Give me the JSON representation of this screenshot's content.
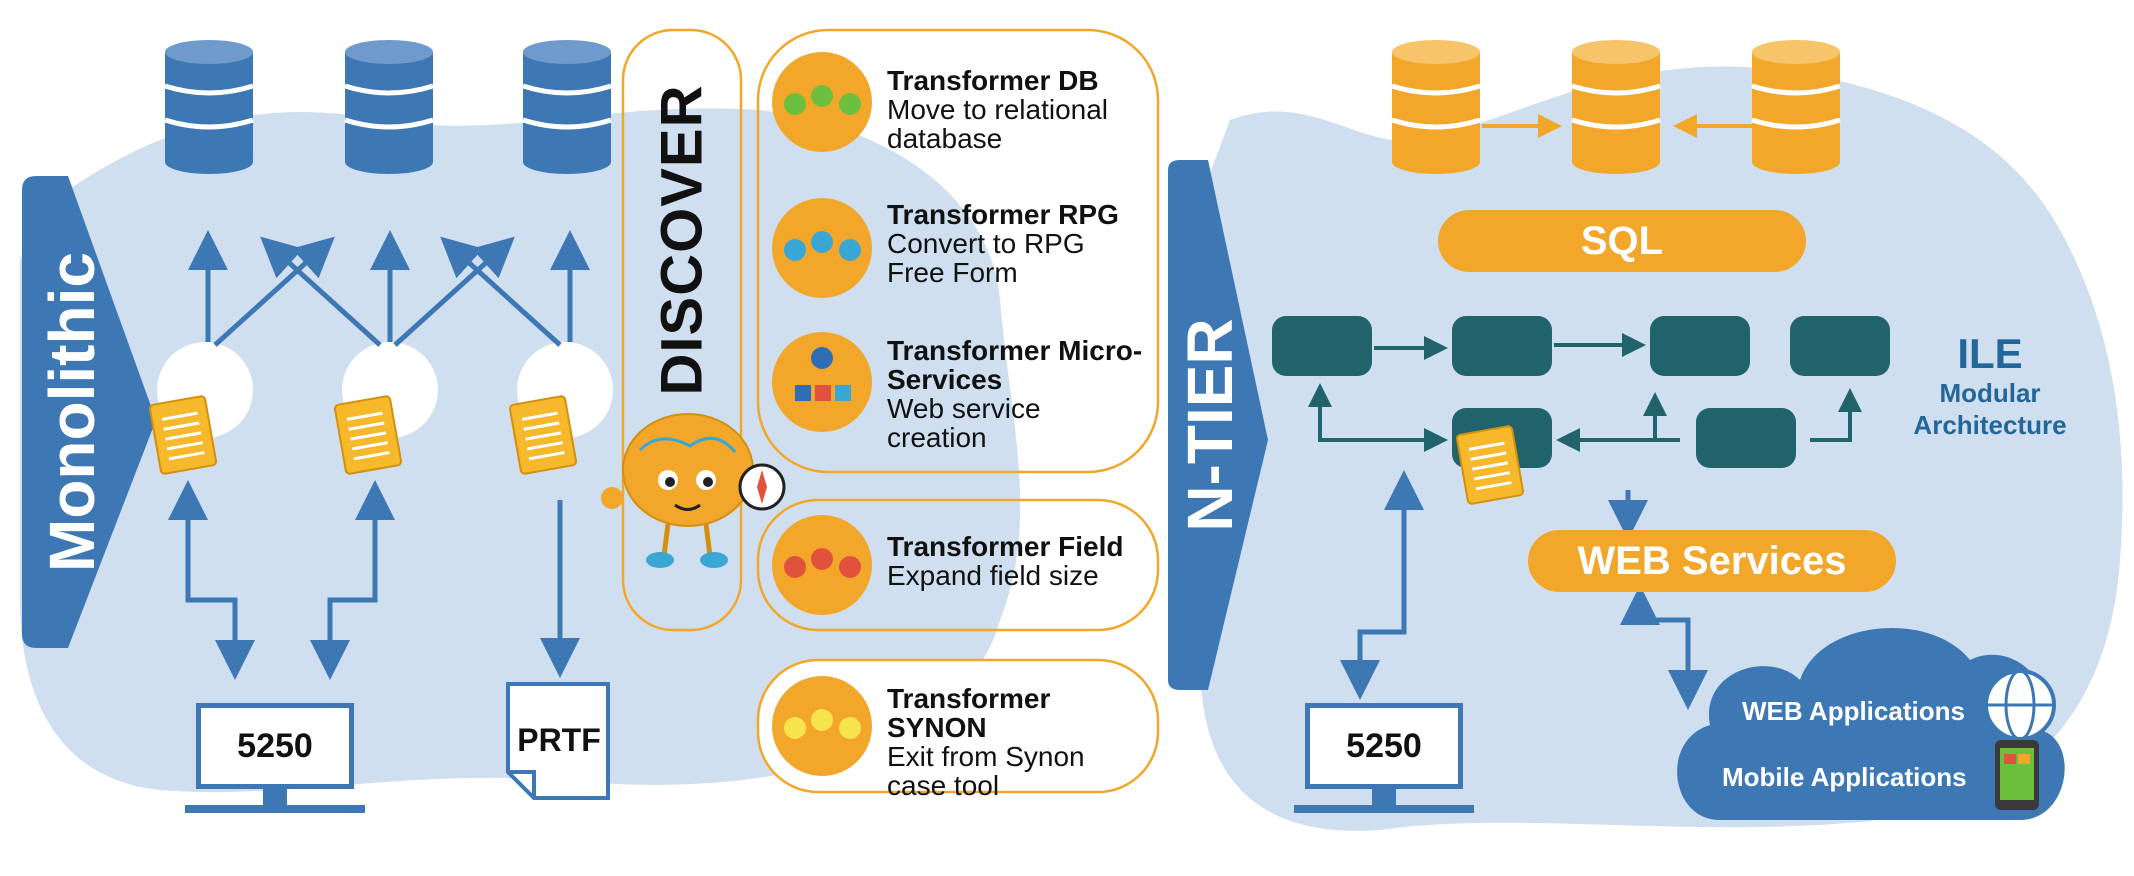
{
  "left": {
    "banner": "Monolithic",
    "terminal_label": "5250",
    "printer_label": "PRTF"
  },
  "middle": {
    "discover": "DISCOVER",
    "transformers": [
      {
        "title": "Transformer DB",
        "desc": "Move to relational database"
      },
      {
        "title": "Transformer RPG",
        "desc": "Convert to RPG Free Form"
      },
      {
        "title": "Transformer Micro-Services",
        "desc": "Web service creation"
      },
      {
        "title": "Transformer Field",
        "desc": "Expand  field size"
      },
      {
        "title": "Transformer SYNON",
        "desc": "Exit from Synon case tool"
      }
    ]
  },
  "right": {
    "banner": "N-TIER",
    "sql_label": "SQL",
    "web_services_label": "WEB Services",
    "ile": {
      "title": "ILE",
      "line1": "Modular",
      "line2": "Architecture"
    },
    "terminal_label": "5250",
    "cloud": {
      "web_apps": "WEB Applications",
      "mobile_apps": "Mobile Applications"
    }
  },
  "colors": {
    "light_blue_bg": "#CFDFF0",
    "blue": "#3D78B5",
    "orange": "#F2A72B",
    "teal": "#20636B",
    "yellow_doc": "#F6B92B"
  }
}
